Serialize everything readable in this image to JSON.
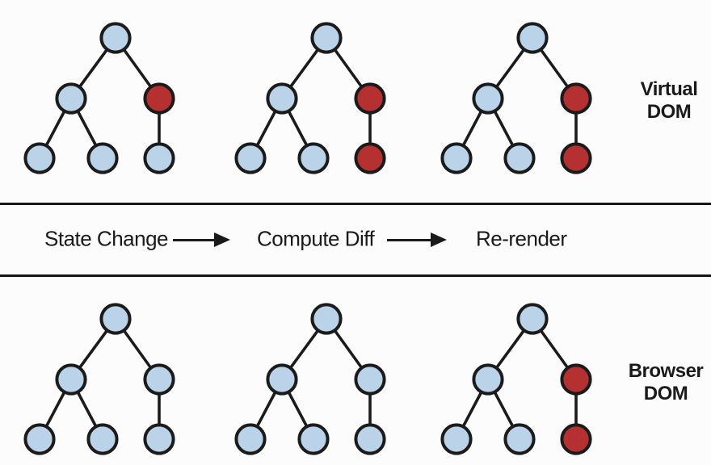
{
  "diagram": {
    "virtual_dom": {
      "label_lines": [
        "Virtual",
        "DOM"
      ],
      "trees": [
        {
          "changed": [
            "right"
          ]
        },
        {
          "changed": [
            "right",
            "leaf3"
          ]
        },
        {
          "changed": [
            "right",
            "leaf3"
          ]
        }
      ]
    },
    "browser_dom": {
      "label_lines": [
        "Browser",
        "DOM"
      ],
      "trees": [
        {
          "changed": []
        },
        {
          "changed": []
        },
        {
          "changed": [
            "right",
            "leaf3"
          ]
        }
      ]
    }
  },
  "band": {
    "steps": [
      "State Change",
      "Compute Diff",
      "Re-render"
    ]
  },
  "colors": {
    "node_blue": "#bad3e8",
    "node_changed": "#b53030",
    "stroke": "#1b1b1b",
    "band_line": "#161616",
    "background": "#fcfcfc",
    "text": "#1a1a1a"
  }
}
